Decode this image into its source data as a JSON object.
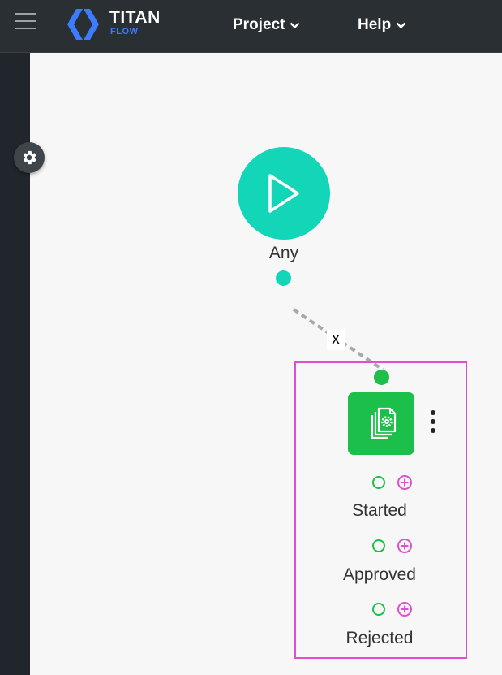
{
  "app": {
    "logo_title": "TITAN",
    "logo_subtitle": "FLOW",
    "brand_color": "#3d7bff"
  },
  "menu": {
    "project_label": "Project",
    "help_label": "Help"
  },
  "flow": {
    "start_node": {
      "label": "Any",
      "color": "#12d6b7",
      "icon": "play-icon"
    },
    "connector": {
      "delete_label": "x"
    },
    "task_node": {
      "color": "#1cbf4a",
      "icon": "documents-gear-icon",
      "outcomes": [
        {
          "label": "Started"
        },
        {
          "label": "Approved"
        },
        {
          "label": "Rejected"
        }
      ]
    },
    "selection_color": "#e04fcf"
  }
}
